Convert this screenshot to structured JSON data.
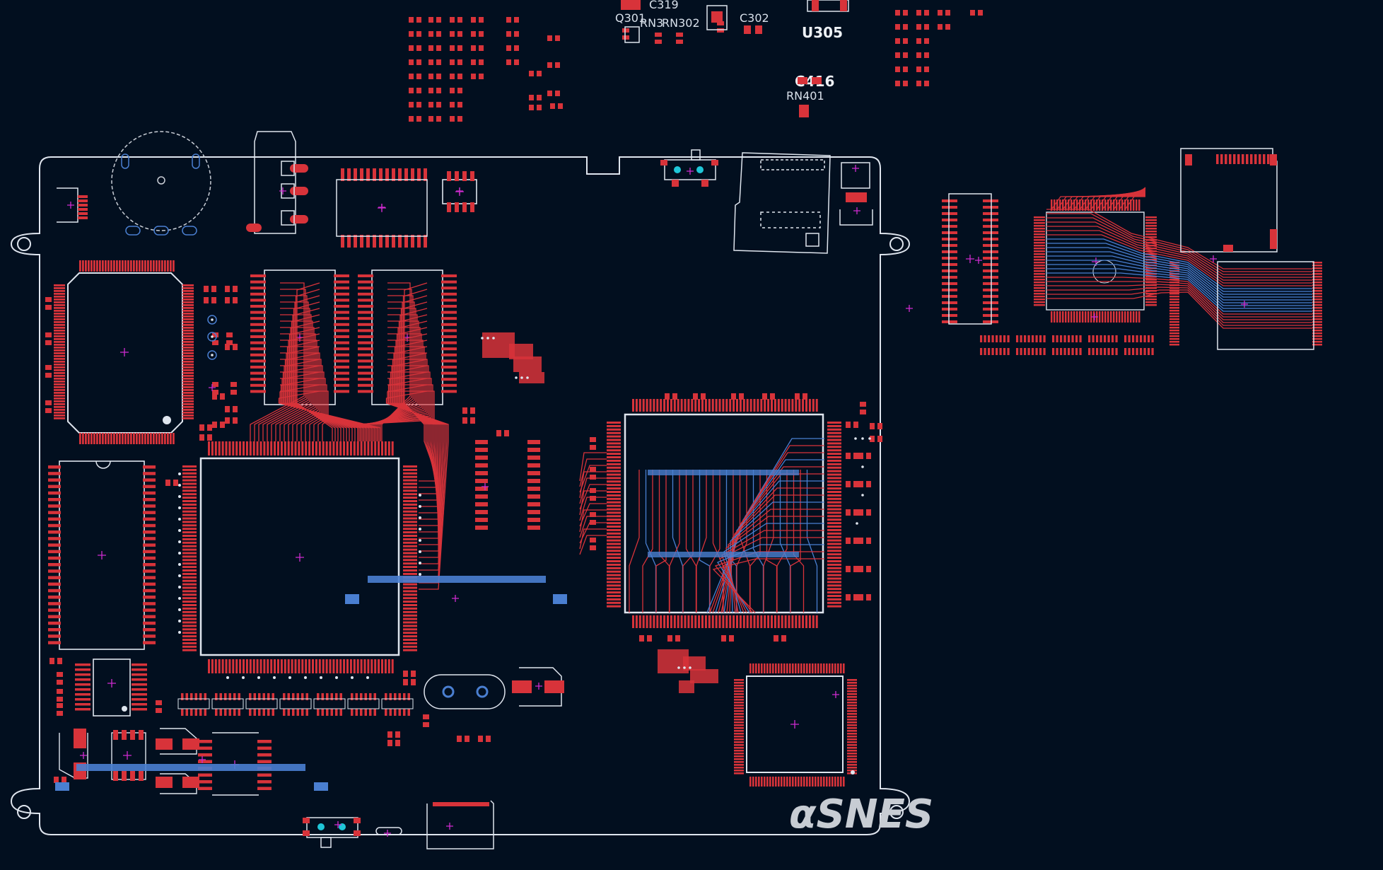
{
  "colors": {
    "background": "#020f1f",
    "copper_top": "#d8333a",
    "copper_bottom": "#4a7fd1",
    "silkscreen": "#dfe5ee",
    "marker": "#d02bd0",
    "via_fill": "#1fc6d8",
    "courtyard": "#c9ced6"
  },
  "labels": {
    "q301": "Q301",
    "c319": "C319",
    "rn3": "RN3",
    "rn302": "RN302",
    "c302": "C302",
    "u305": "U305",
    "c416": "C416",
    "rn401": "RN401",
    "logo": "αSNES"
  },
  "icons": {
    "origin": "crosshair-marker-icon",
    "mount": "mounting-hole-icon",
    "via": "via-icon"
  }
}
